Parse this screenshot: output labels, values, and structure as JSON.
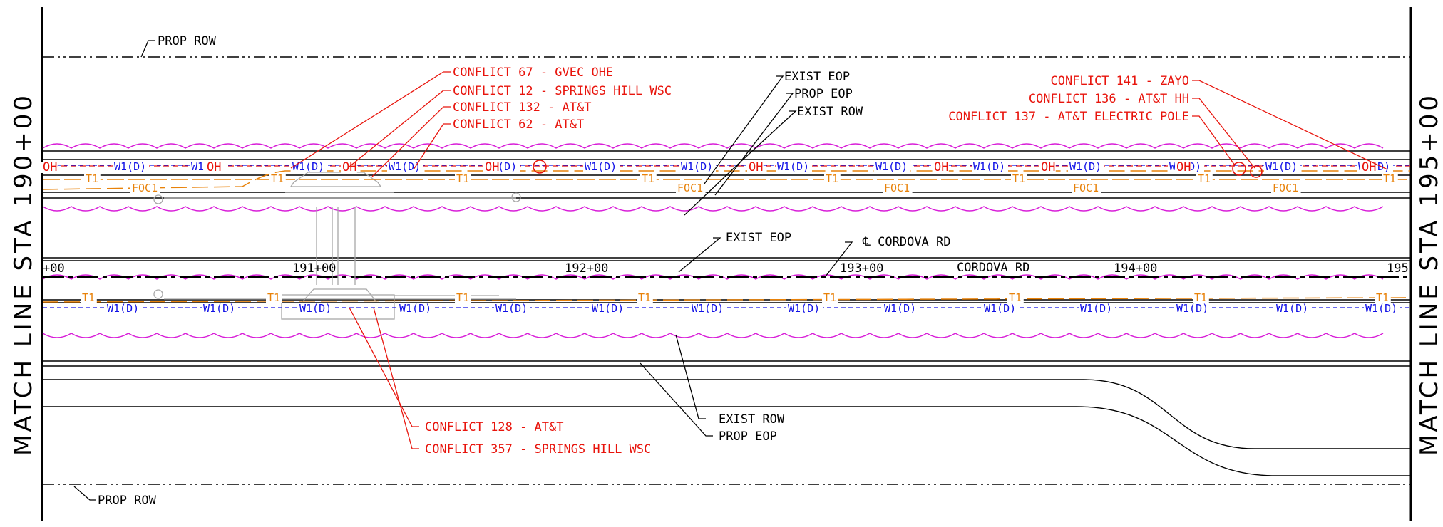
{
  "match_lines": {
    "left": "MATCH LINE STA 190+00",
    "right": "MATCH LINE STA 195+00"
  },
  "row_labels": {
    "prop_row_top": "PROP ROW",
    "prop_row_bottom": "PROP ROW"
  },
  "callouts_black": [
    {
      "id": "exist-eop-top",
      "text": "EXIST EOP"
    },
    {
      "id": "prop-eop-top",
      "text": "PROP EOP"
    },
    {
      "id": "exist-row-top",
      "text": "EXIST ROW"
    },
    {
      "id": "exist-eop-mid",
      "text": "EXIST EOP"
    },
    {
      "id": "cl-cordova",
      "text": "℄ CORDOVA RD"
    },
    {
      "id": "exist-row-bottom",
      "text": "EXIST ROW"
    },
    {
      "id": "prop-eop-bottom",
      "text": "PROP EOP"
    }
  ],
  "conflicts": [
    {
      "id": "c67",
      "text": "CONFLICT 67 - GVEC OHE"
    },
    {
      "id": "c12",
      "text": "CONFLICT 12 - SPRINGS HILL WSC"
    },
    {
      "id": "c132",
      "text": "CONFLICT 132 - AT&T"
    },
    {
      "id": "c62",
      "text": "CONFLICT 62 - AT&T"
    },
    {
      "id": "c141",
      "text": "CONFLICT 141 - ZAYO"
    },
    {
      "id": "c136",
      "text": "CONFLICT 136 - AT&T HH"
    },
    {
      "id": "c137",
      "text": "CONFLICT 137 - AT&T ELECTRIC POLE"
    },
    {
      "id": "c128",
      "text": "CONFLICT 128 - AT&T"
    },
    {
      "id": "c357",
      "text": "CONFLICT 357 - SPRINGS HILL WSC"
    }
  ],
  "stations": [
    "+00",
    "191+00",
    "192+00",
    "193+00",
    "194+00",
    "195"
  ],
  "road_name": "CORDOVA RD",
  "utility_labels": {
    "water": "W1(D)",
    "overhead": "OH",
    "fiber": "FOC1",
    "telecom": "T1"
  },
  "colors": {
    "linework": "#000000",
    "conflict": "#e8140c",
    "water": "#1010e6",
    "telecom": "#e8820a",
    "tree_line": "#d81ed8",
    "existing": "#a8a8a8"
  }
}
